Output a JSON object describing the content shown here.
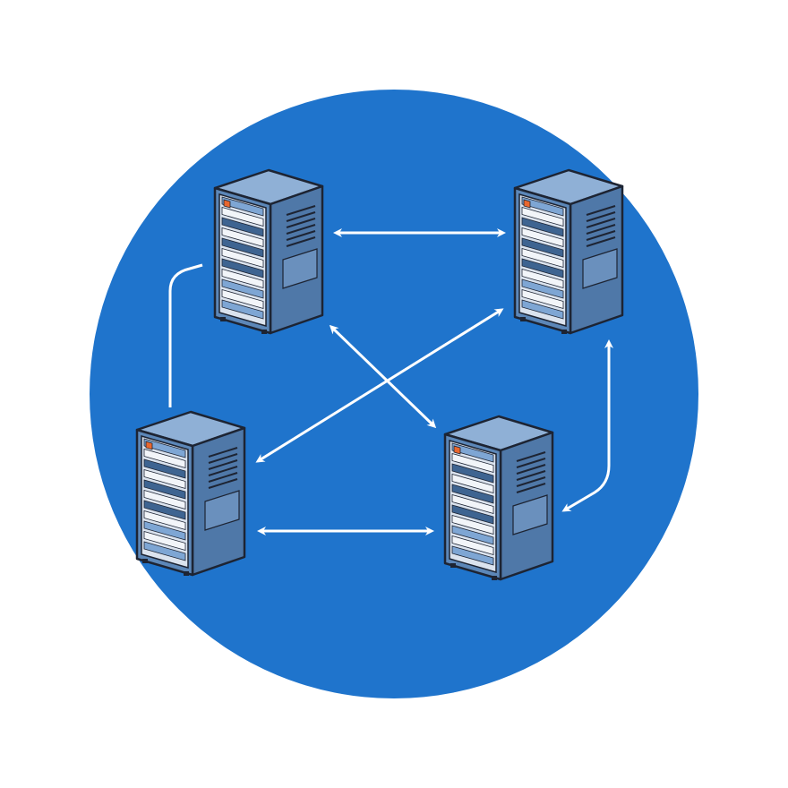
{
  "colors": {
    "page_background": "#ffffff",
    "circle_fill": "#1f74cc",
    "link_color": "#ffffff",
    "rack_front": "#5c87b8",
    "rack_side": "#4f78a8",
    "rack_top": "#8fb0d6",
    "rack_outline": "#1d2433",
    "panel_light": "#dbe3ee",
    "panel_dark": "#3e6491",
    "panel_accent": "#e8672f",
    "panel_blue": "#7ea6d4"
  },
  "diagram": {
    "icons": [
      {
        "id": "server-top-left",
        "icon": "server-rack-icon"
      },
      {
        "id": "server-top-right",
        "icon": "server-rack-icon"
      },
      {
        "id": "server-bottom-left",
        "icon": "server-rack-icon"
      },
      {
        "id": "server-bottom-right",
        "icon": "server-rack-icon"
      }
    ],
    "links": [
      {
        "id": "link-top",
        "from": "server-top-left",
        "to": "server-top-right",
        "style": "double-arrow"
      },
      {
        "id": "link-bottom",
        "from": "server-bottom-left",
        "to": "server-bottom-right",
        "style": "double-arrow"
      },
      {
        "id": "link-left",
        "from": "server-top-left",
        "to": "server-bottom-left",
        "style": "plain-line"
      },
      {
        "id": "link-right",
        "from": "server-bottom-right",
        "to": "server-top-right",
        "style": "double-arrow"
      },
      {
        "id": "link-diagonal-a",
        "from": "server-top-left",
        "to": "server-bottom-right",
        "style": "double-arrow"
      },
      {
        "id": "link-diagonal-b",
        "from": "server-top-right",
        "to": "server-bottom-left",
        "style": "double-arrow"
      }
    ]
  }
}
